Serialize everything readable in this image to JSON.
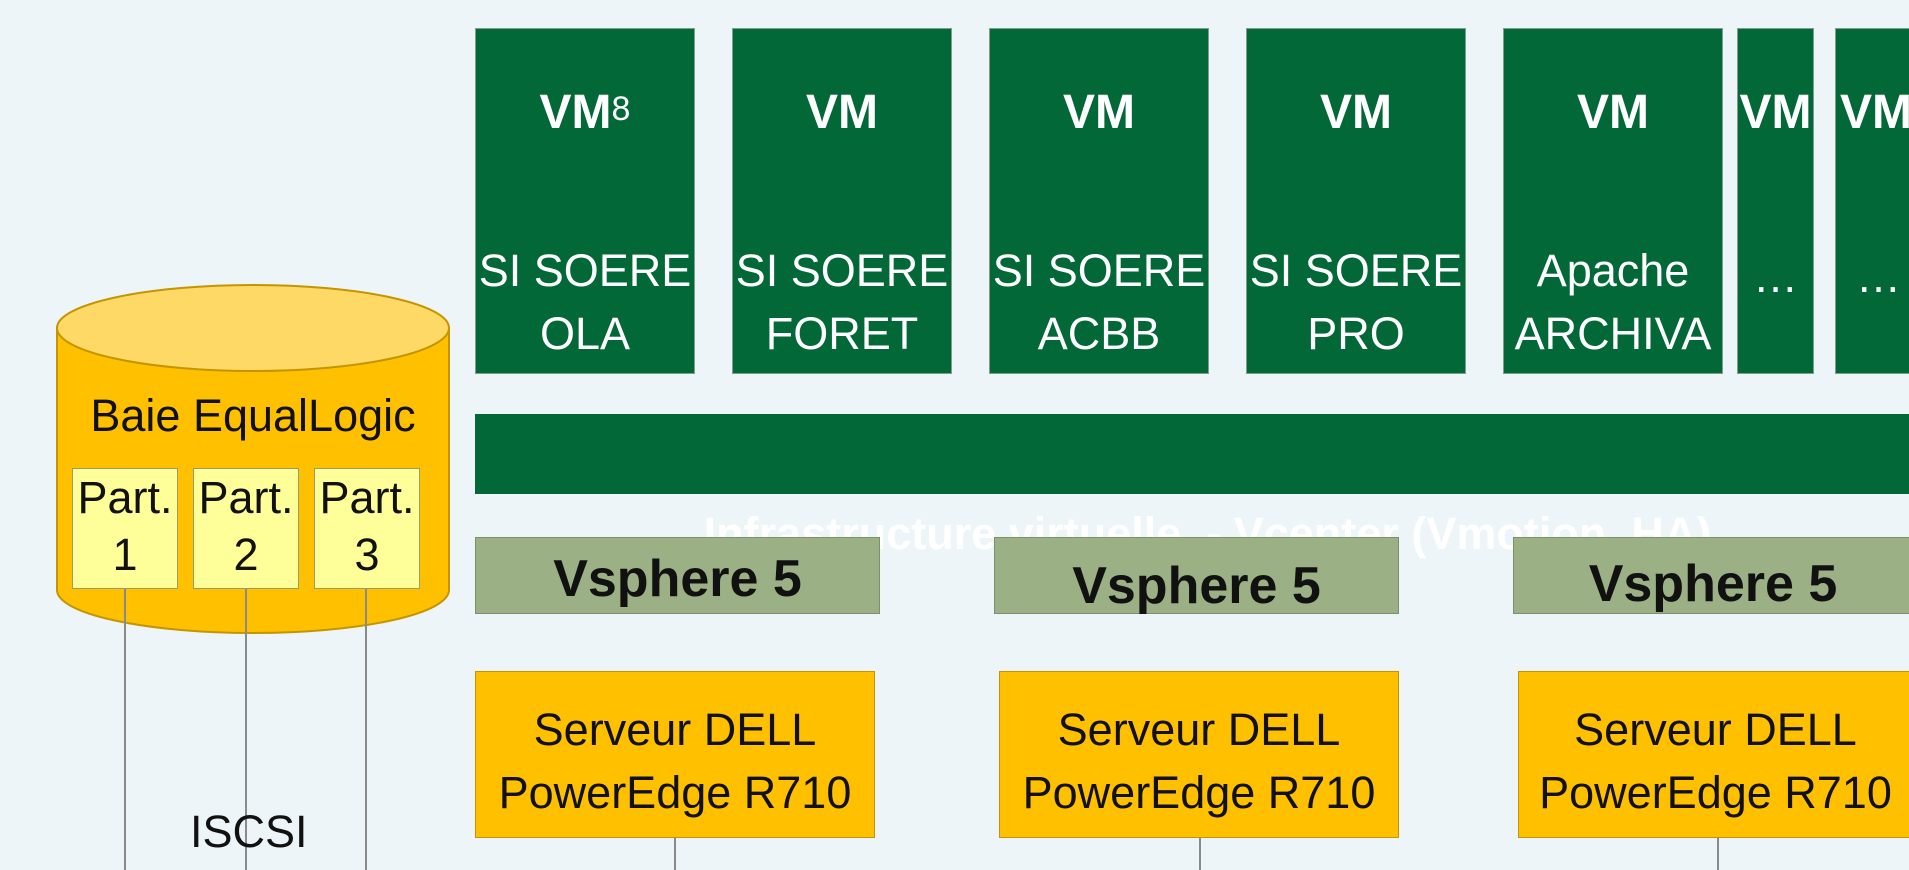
{
  "vms": [
    {
      "title": "VM",
      "sup": "8",
      "lines": [
        "SI SOERE",
        "OLA"
      ]
    },
    {
      "title": "VM",
      "sup": "",
      "lines": [
        "SI SOERE",
        "FORET"
      ]
    },
    {
      "title": "VM",
      "sup": "",
      "lines": [
        "SI SOERE",
        "ACBB"
      ]
    },
    {
      "title": "VM",
      "sup": "",
      "lines": [
        "SI SOERE",
        "PRO"
      ]
    },
    {
      "title": "VM",
      "sup": "",
      "lines": [
        "Apache",
        "ARCHIVA"
      ]
    },
    {
      "title": "VM",
      "sup": "",
      "lines": [
        "…"
      ]
    },
    {
      "title": "VM",
      "sup": "",
      "lines": [
        "…"
      ]
    }
  ],
  "infrastructure": {
    "label": "Infrastructure virtuelle  - Vcenter (Vmotion, HA)"
  },
  "vsphere": [
    {
      "label": "Vsphere 5"
    },
    {
      "label": "Vsphere 5"
    },
    {
      "label": "Vsphere 5"
    }
  ],
  "servers": [
    {
      "lines": [
        "Serveur DELL",
        "PowerEdge R710"
      ]
    },
    {
      "lines": [
        "Serveur DELL",
        "PowerEdge R710"
      ]
    },
    {
      "lines": [
        "Serveur DELL",
        "PowerEdge R710"
      ]
    }
  ],
  "storage": {
    "label": "Baie EqualLogic",
    "partitions": [
      {
        "label": "Part.",
        "number": "1"
      },
      {
        "label": "Part.",
        "number": "2"
      },
      {
        "label": "Part.",
        "number": "3"
      }
    ]
  },
  "connection": {
    "label": "ISCSI"
  },
  "colors": {
    "background": "#eef5f8",
    "vm_green": "#036838",
    "vsphere_green": "#9bb084",
    "server_gold": "#ffc000",
    "cylinder_body": "#ffc000",
    "cylinder_top": "#ffd966",
    "partition_fill": "#ffff99"
  }
}
